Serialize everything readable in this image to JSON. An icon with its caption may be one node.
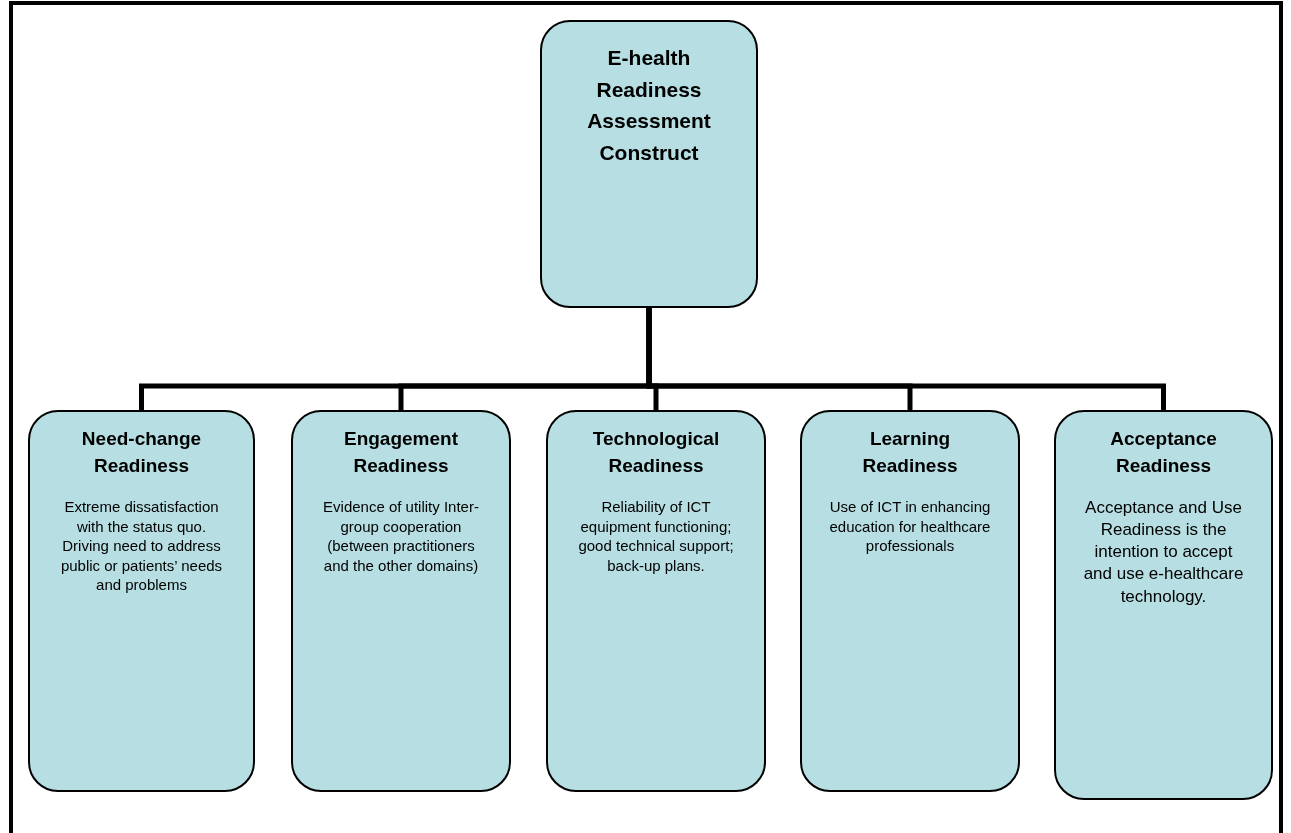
{
  "diagram": {
    "nodes": [
      {
        "text": [
          "E-health Readiness Assessment Construct"
        ]
      },
      {
        "text": [
          "Need-change Readiness",
          "Extreme dissatisfaction with the status quo. Driving need to address public or patients’ needs and problems"
        ]
      },
      {
        "text": [
          "Engagement Readiness",
          "Evidence of utility Inter-group cooperation (between practitioners and the other domains)"
        ]
      },
      {
        "text": [
          "Technological Readiness",
          "Reliability of ICT equipment functioning; good technical support; back-up plans."
        ]
      },
      {
        "text": [
          "Learning Readiness",
          "Use of ICT in enhancing education for healthcare professionals"
        ]
      },
      {
        "text": [
          "Acceptance Readiness",
          "Acceptance and Use Readiness is the intention to accept and use e-healthcare technology."
        ]
      }
    ],
    "edges": [
      {
        "from": 0,
        "to": 1,
        "arrow": "none"
      },
      {
        "from": 0,
        "to": 2,
        "arrow": "none"
      },
      {
        "from": 0,
        "to": 3,
        "arrow": "none"
      },
      {
        "from": 0,
        "to": 4,
        "arrow": "none"
      },
      {
        "from": 0,
        "to": 5,
        "arrow": "none"
      }
    ]
  }
}
